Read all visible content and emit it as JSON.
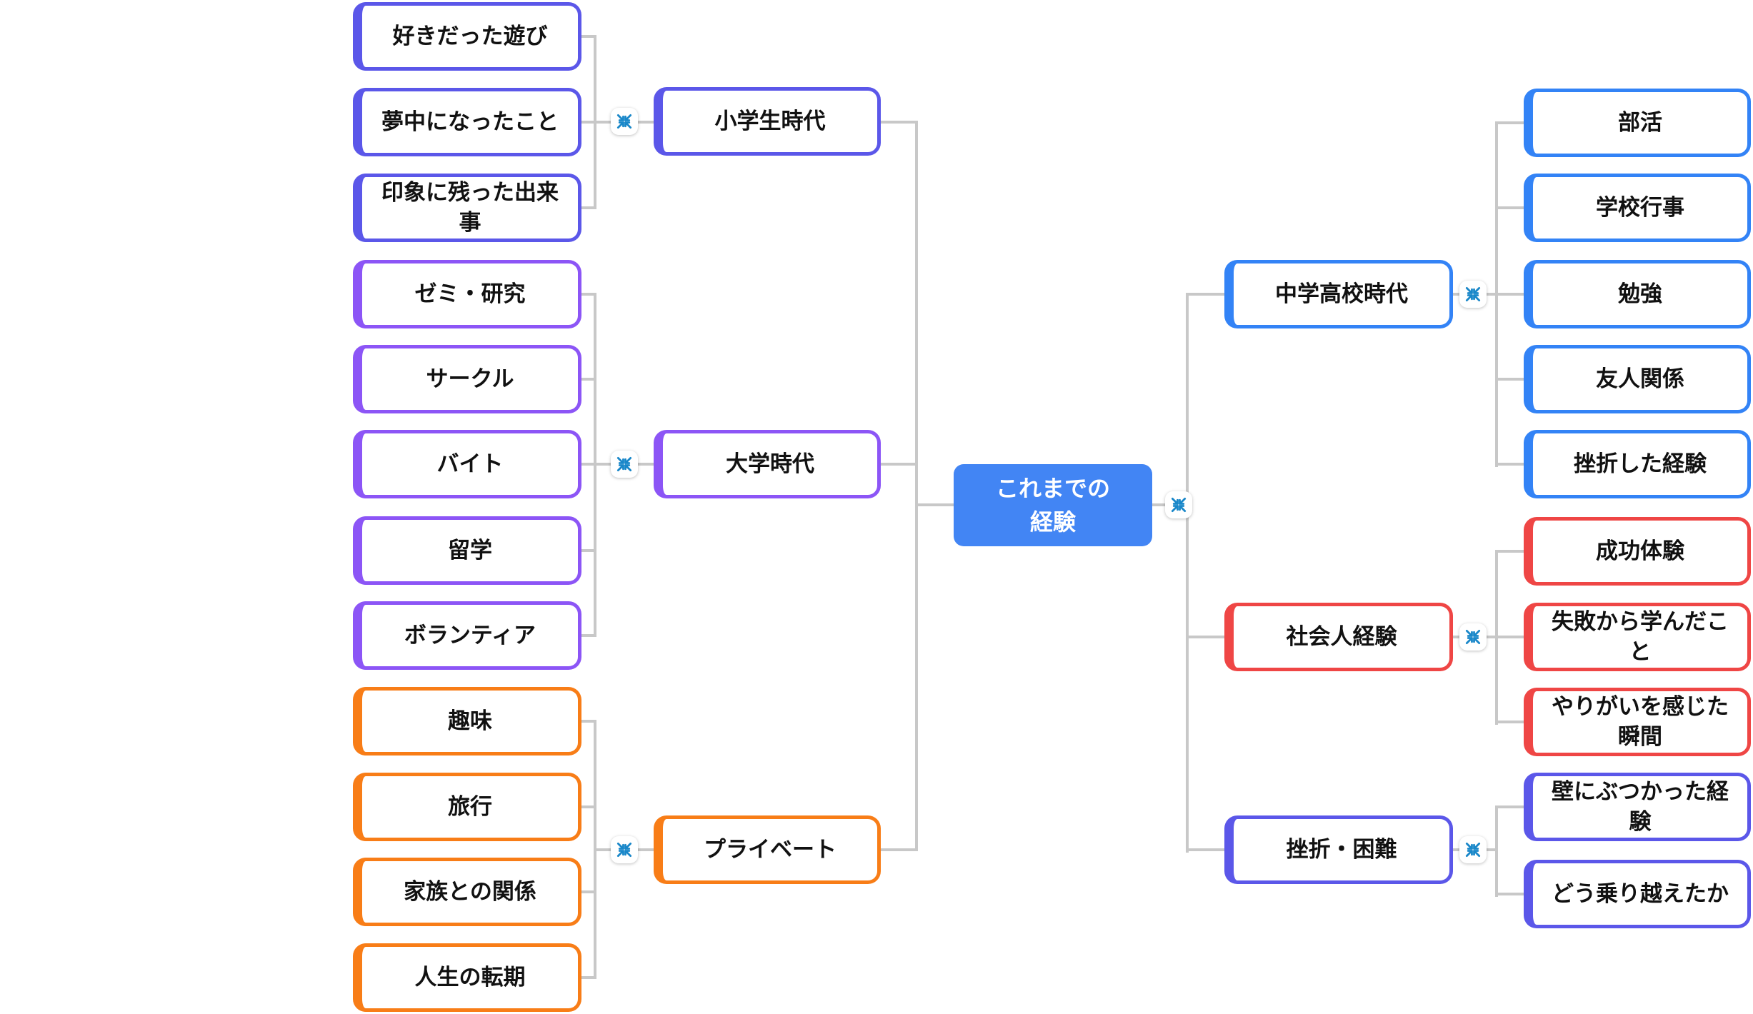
{
  "root": {
    "label": "これまでの\n経験"
  },
  "groups": {
    "elementary": {
      "parent": "小学生時代",
      "children": [
        "好きだった遊び",
        "夢中になったこと",
        "印象に残った出来\n事"
      ]
    },
    "university": {
      "parent": "大学時代",
      "children": [
        "ゼミ・研究",
        "サークル",
        "バイト",
        "留学",
        "ボランティア"
      ]
    },
    "private": {
      "parent": "プライベート",
      "children": [
        "趣味",
        "旅行",
        "家族との関係",
        "人生の転期"
      ]
    },
    "secondary": {
      "parent": "中学高校時代",
      "children": [
        "部活",
        "学校行事",
        "勉強",
        "友人関係",
        "挫折した経験"
      ]
    },
    "work": {
      "parent": "社会人経験",
      "children": [
        "成功体験",
        "失敗から学んだこ\nと",
        "やりがいを感じた\n瞬間"
      ]
    },
    "setback": {
      "parent": "挫折・困難",
      "children": [
        "壁にぶつかった経\n験",
        "どう乗り越えたか"
      ]
    }
  },
  "colors": {
    "center": "#4285F4",
    "elementary": "#5B57E9",
    "university": "#8C55F6",
    "private": "#F87D17",
    "secondary": "#3383F6",
    "work": "#EF4645",
    "setback": "#5B57E9",
    "connector": "#C8C8C8",
    "collapse_icon": "#1987C9"
  },
  "icons": {
    "collapse": "collapse-inward-arrows"
  }
}
